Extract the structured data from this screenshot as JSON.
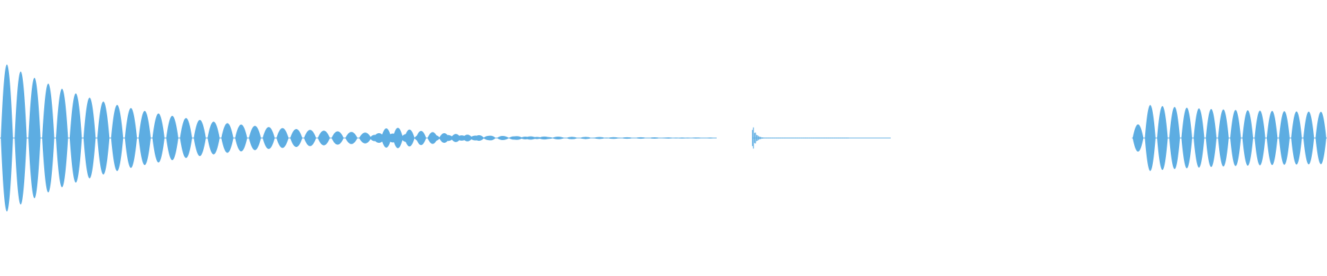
{
  "waveform": {
    "color": "#5dade2",
    "background": "#ffffff",
    "segments": [
      {
        "name": "segment-1",
        "start": 0.0,
        "end": 0.54,
        "peak": 1.0,
        "decay": 5.2,
        "cycles": 52,
        "swell": false
      },
      {
        "name": "segment-2",
        "start": 0.278,
        "end": 0.54,
        "peak": 0.15,
        "decay": 5.5,
        "cycles": 30,
        "swell": true
      },
      {
        "name": "segment-3",
        "start": 0.567,
        "end": 0.64,
        "peak": 0.19,
        "decay": 30.0,
        "cycles": 0,
        "swell": false
      },
      {
        "name": "segment-4",
        "start": 0.853,
        "end": 1.0,
        "peak": 0.45,
        "decay": 0.0,
        "cycles": 16,
        "swell": true
      }
    ]
  }
}
